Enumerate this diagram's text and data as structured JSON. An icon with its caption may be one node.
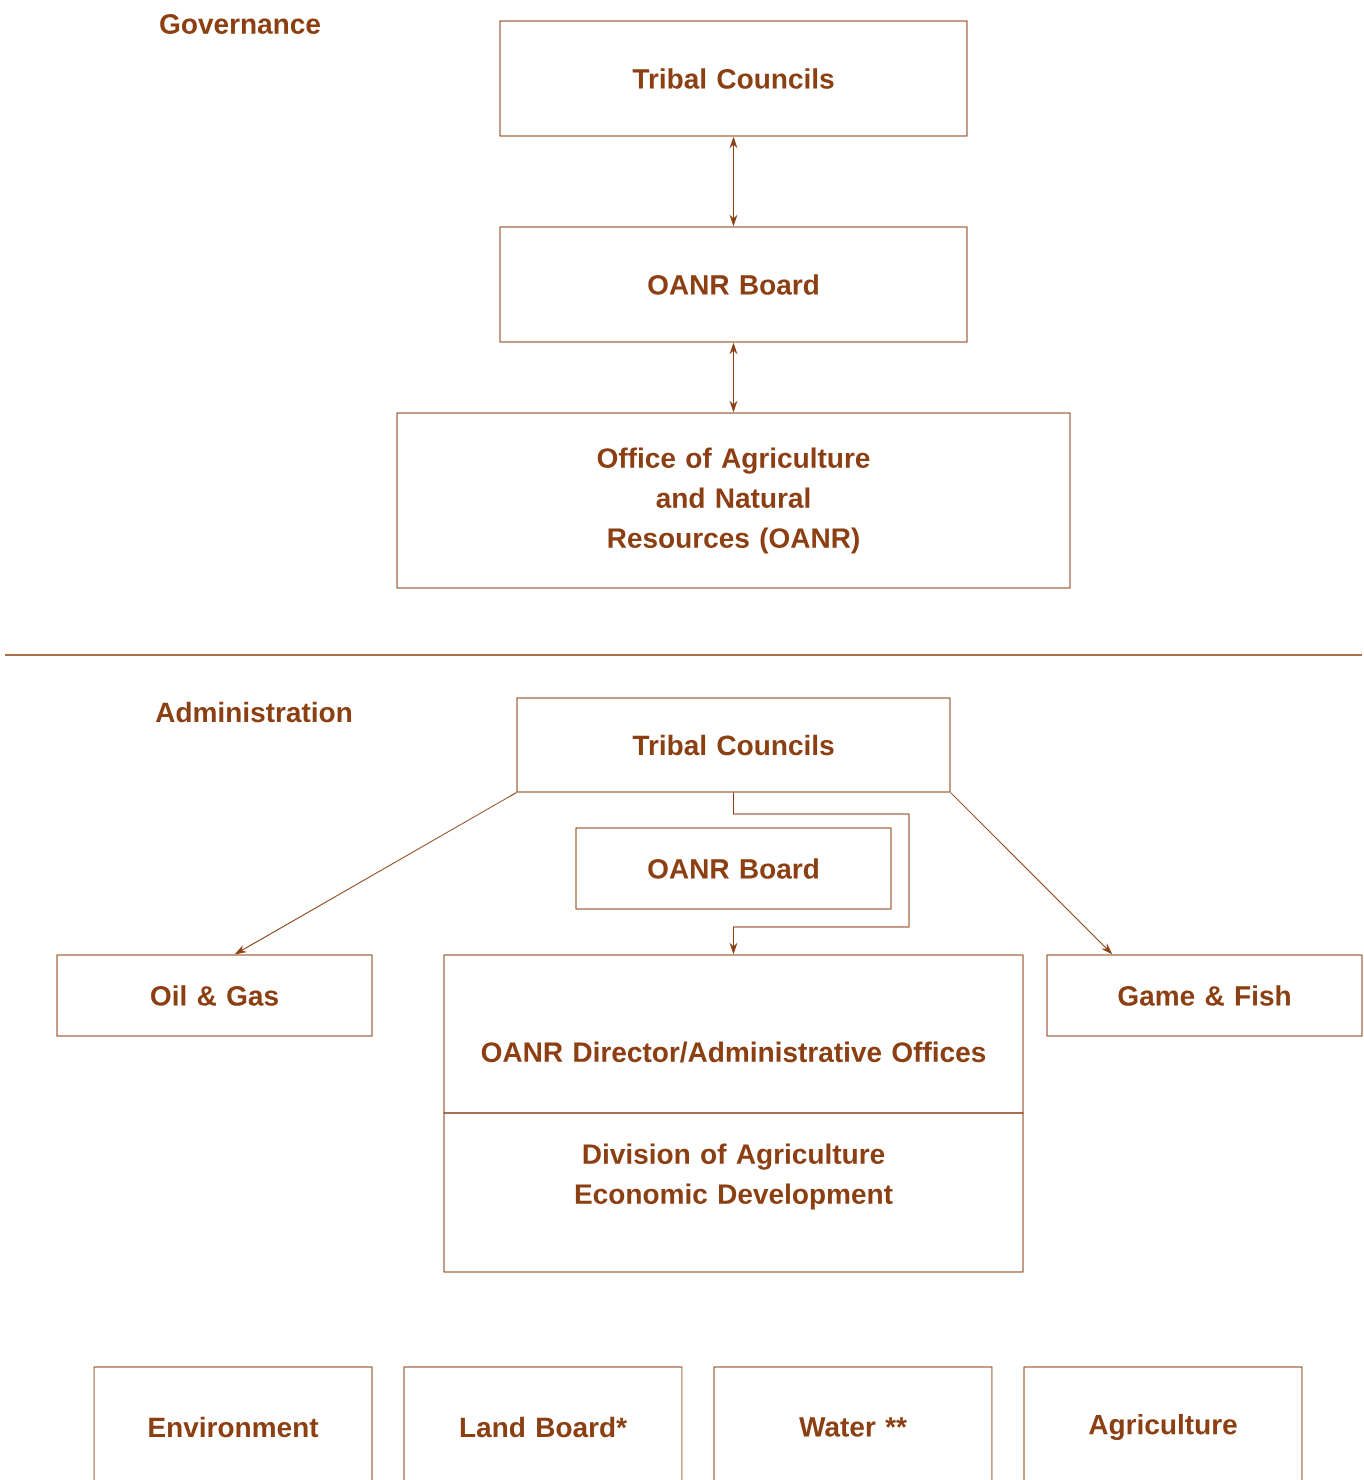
{
  "diagram": {
    "nodes": [
      {
        "text": [
          "Tribal Councils"
        ]
      },
      {
        "text": [
          "OANR Board"
        ]
      },
      {
        "text": [
          "Office of Agriculture and Natural Resources (OANR)"
        ]
      },
      {
        "text": [
          "Tribal Councils"
        ]
      },
      {
        "text": [
          "OANR Board"
        ]
      },
      {
        "text": [
          "Oil & Gas"
        ]
      },
      {
        "text": [
          "OANR Director/Administrative Offices"
        ]
      },
      {
        "text": [
          "Division of Agriculture Economic Development"
        ]
      },
      {
        "text": [
          "Game & Fish"
        ]
      },
      {
        "text": [
          "Environment"
        ]
      },
      {
        "text": [
          "Land Board*"
        ]
      },
      {
        "text": [
          "Water **"
        ]
      },
      {
        "text": [
          "Agriculture"
        ]
      }
    ],
    "edges": [
      {
        "from": 0,
        "to": 1,
        "arrow": "both"
      },
      {
        "from": 1,
        "to": 2,
        "arrow": "both"
      },
      {
        "from": 3,
        "to": 5,
        "arrow": "to"
      },
      {
        "from": 3,
        "to": 6,
        "arrow": "to"
      },
      {
        "from": 3,
        "to": 8,
        "arrow": "to"
      }
    ],
    "labels": [
      "Governance",
      "Administration"
    ]
  }
}
